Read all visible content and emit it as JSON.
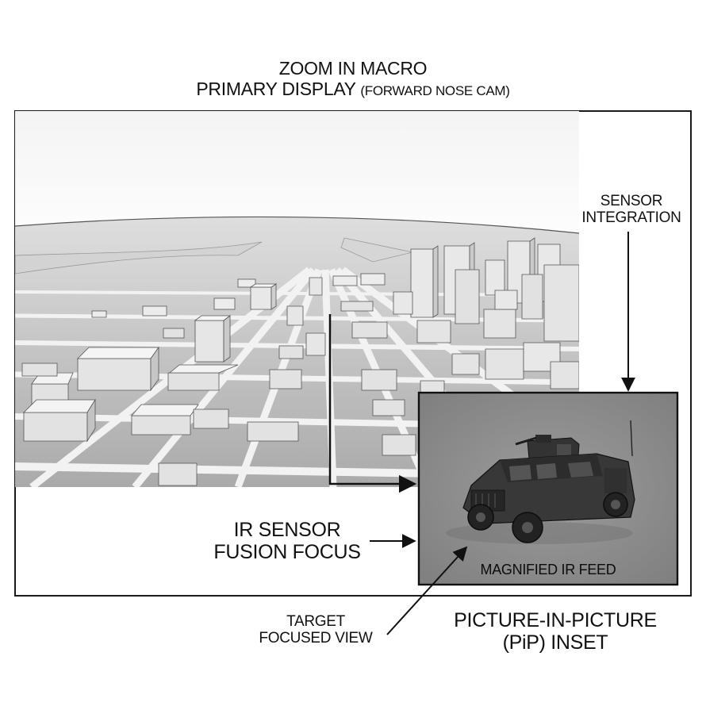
{
  "header": {
    "title": "ZOOM IN MACRO",
    "subtitle_main": "PRIMARY DISPLAY",
    "subtitle_paren": "(FORWARD NOSE CAM)"
  },
  "callouts": {
    "sensor_integration": [
      "SENSOR",
      "INTEGRATION"
    ],
    "ir_sensor_fusion": [
      "IR SENSOR",
      "FUSION FOCUS"
    ],
    "target_view": [
      "TARGET",
      "FOCUSED VIEW"
    ],
    "pip_inset": [
      "PICTURE-IN-PICTURE",
      "(PiP) INSET"
    ]
  },
  "inset": {
    "feed_label": "MAGNIFIED IR FEED"
  },
  "colors": {
    "frame": "#1a1a1a",
    "inset_bg": "#8e8e8e",
    "vehicle": "#2e2e2e",
    "city_ground": "#b9b9b9"
  },
  "icons": {
    "vehicle": "armored-humvee-icon",
    "city": "city-grid-scene"
  }
}
